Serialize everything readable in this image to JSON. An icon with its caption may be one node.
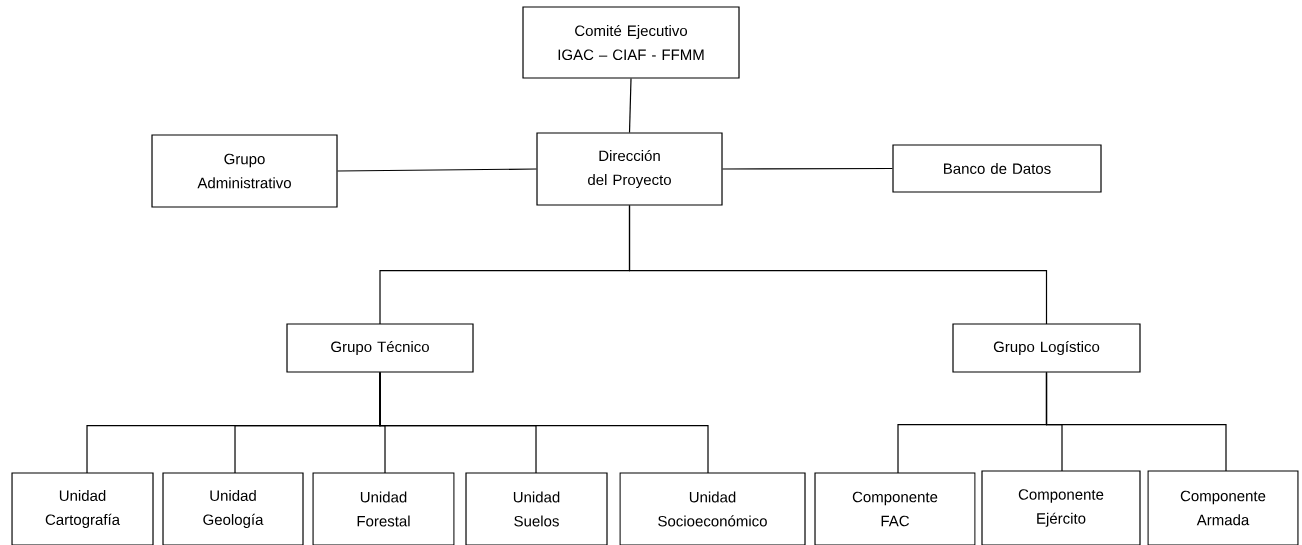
{
  "diagram": {
    "nodes": [
      {
        "text": [
          "Comité Ejecutivo IGAC – CIAF - FFMM"
        ]
      },
      {
        "text": [
          "Grupo Administrativo"
        ]
      },
      {
        "text": [
          "Dirección del Proyecto"
        ]
      },
      {
        "text": [
          "Banco de Datos"
        ]
      },
      {
        "text": [
          "Grupo Técnico"
        ]
      },
      {
        "text": [
          "Grupo Logístico"
        ]
      },
      {
        "text": [
          "Unidad Cartografía"
        ]
      },
      {
        "text": [
          "Unidad Geología"
        ]
      },
      {
        "text": [
          "Unidad Forestal"
        ]
      },
      {
        "text": [
          "Unidad Suelos"
        ]
      },
      {
        "text": [
          "Unidad Socioeconómico"
        ]
      },
      {
        "text": [
          "Componente FAC"
        ]
      },
      {
        "text": [
          "Componente Ejército"
        ]
      },
      {
        "text": [
          "Componente Armada"
        ]
      }
    ],
    "edges": [
      {
        "from": 0,
        "to": 2,
        "arrow": "none"
      },
      {
        "from": 2,
        "to": 1,
        "arrow": "none"
      },
      {
        "from": 2,
        "to": 3,
        "arrow": "none"
      },
      {
        "from": 2,
        "to": 4,
        "arrow": "none"
      },
      {
        "from": 2,
        "to": 5,
        "arrow": "none"
      },
      {
        "from": 4,
        "to": 6,
        "arrow": "none"
      },
      {
        "from": 4,
        "to": 7,
        "arrow": "none"
      },
      {
        "from": 4,
        "to": 8,
        "arrow": "none"
      },
      {
        "from": 4,
        "to": 9,
        "arrow": "none"
      },
      {
        "from": 4,
        "to": 10,
        "arrow": "none"
      },
      {
        "from": 5,
        "to": 11,
        "arrow": "none"
      },
      {
        "from": 5,
        "to": 12,
        "arrow": "none"
      },
      {
        "from": 5,
        "to": 13,
        "arrow": "none"
      }
    ]
  }
}
